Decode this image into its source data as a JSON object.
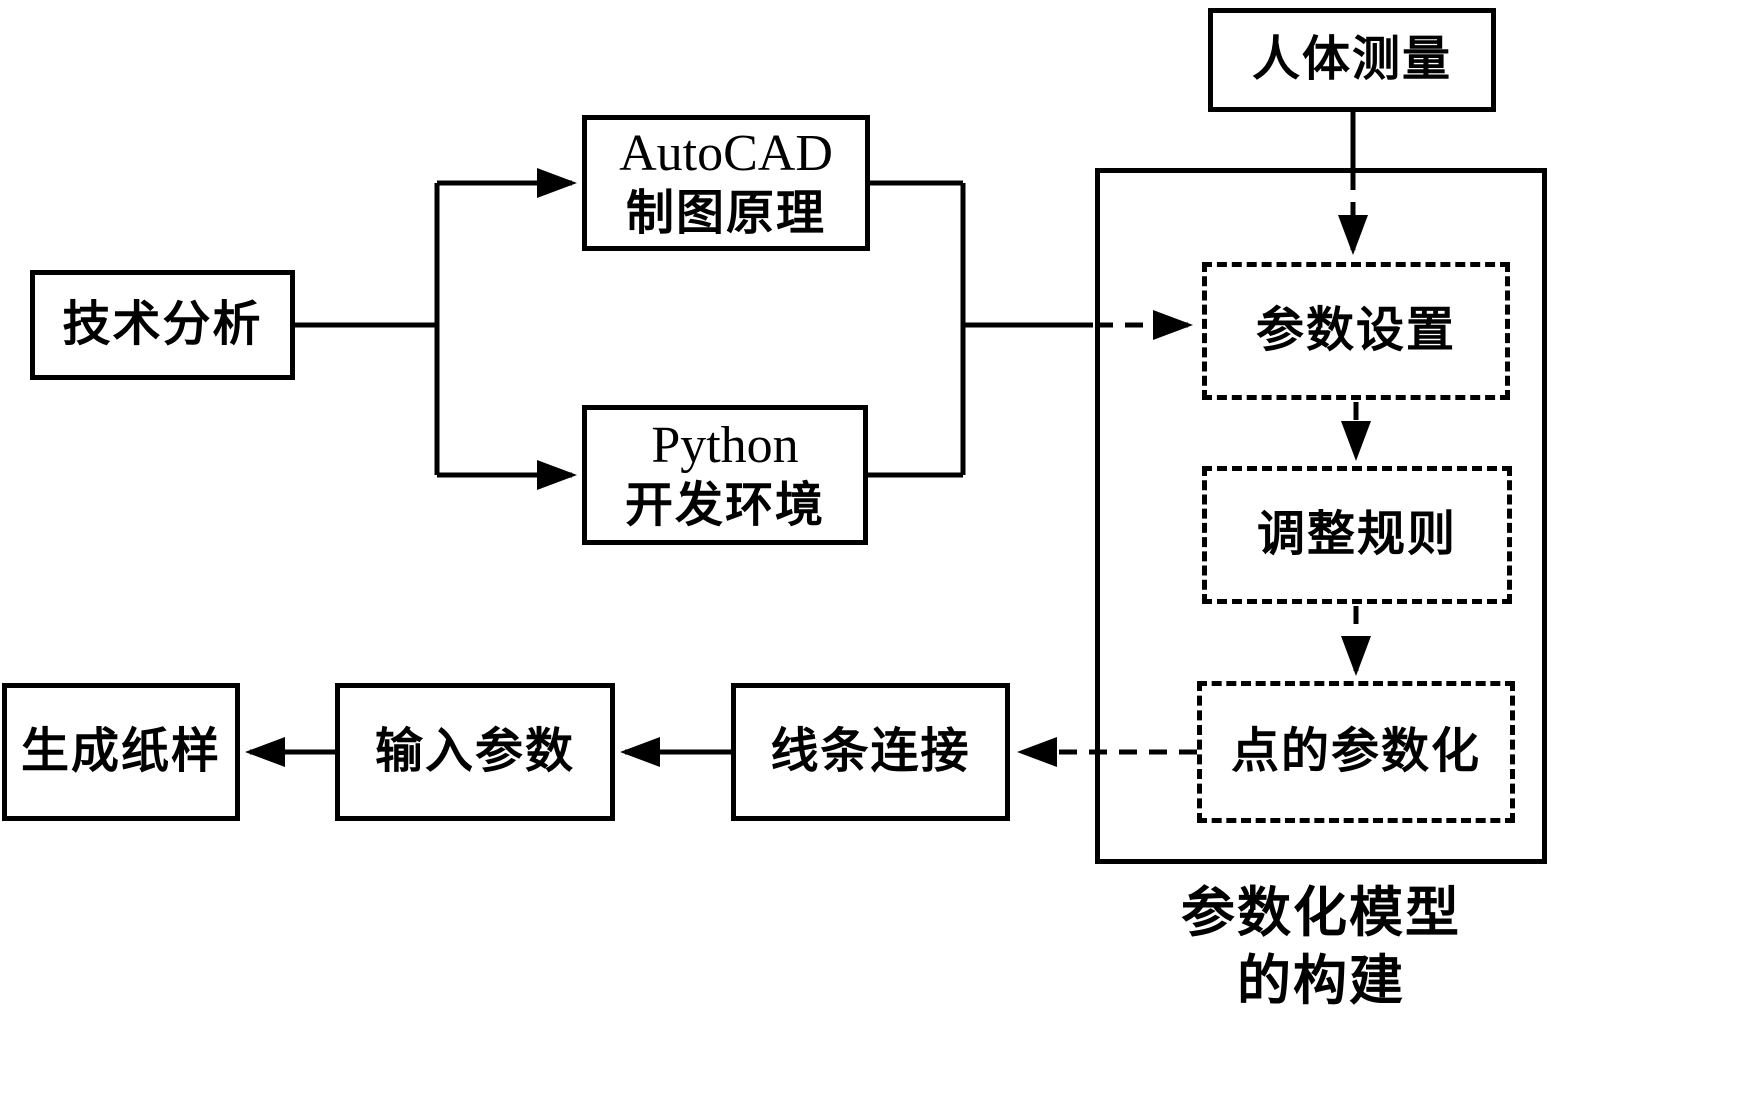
{
  "diagram": {
    "colors": {
      "line": "#000000",
      "background": "#ffffff"
    },
    "nodes": {
      "body_measurement": {
        "label": "人体测量"
      },
      "technical_analysis": {
        "label": "技术分析"
      },
      "autocad": {
        "line1": "AutoCAD",
        "line2": "制图原理"
      },
      "python": {
        "line1": "Python",
        "line2": "开发环境"
      },
      "parameter_setting": {
        "label": "参数设置"
      },
      "adjustment_rule": {
        "label": "调整规则"
      },
      "point_parameterization": {
        "label": "点的参数化"
      },
      "line_connection": {
        "label": "线条连接"
      },
      "input_parameters": {
        "label": "输入参数"
      },
      "generate_pattern": {
        "label": "生成纸样"
      },
      "group_label": {
        "line1": "参数化模型",
        "line2": "的构建"
      }
    }
  }
}
